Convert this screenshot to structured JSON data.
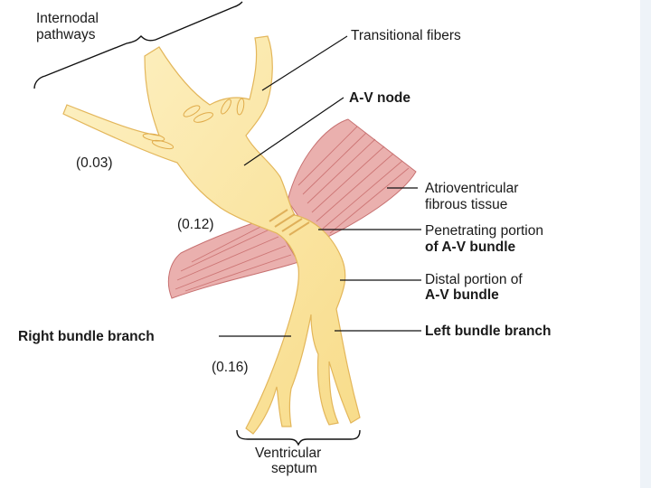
{
  "labels": {
    "internodal_1": "Internodal",
    "internodal_2": "pathways",
    "transitional": "Transitional fibers",
    "av_node": "A-V node",
    "av_fibrous_1": "Atrioventricular",
    "av_fibrous_2": "fibrous tissue",
    "penetrating_1": "Penetrating portion",
    "penetrating_2": "of A-V bundle",
    "distal_1": "Distal portion of",
    "distal_2": "A-V bundle",
    "left_branch": "Left bundle branch",
    "right_branch": "Right bundle branch",
    "septum_1": "Ventricular",
    "septum_2": "septum",
    "t_003": "(0.03)",
    "t_012": "(0.12)",
    "t_016": "(0.16)"
  },
  "colors": {
    "tissue_fill": "#fbe8a6",
    "tissue_stroke": "#e6b85a",
    "muscle_fill": "#e9a8a8",
    "muscle_stroke": "#c76a6a",
    "leader": "#111111"
  }
}
